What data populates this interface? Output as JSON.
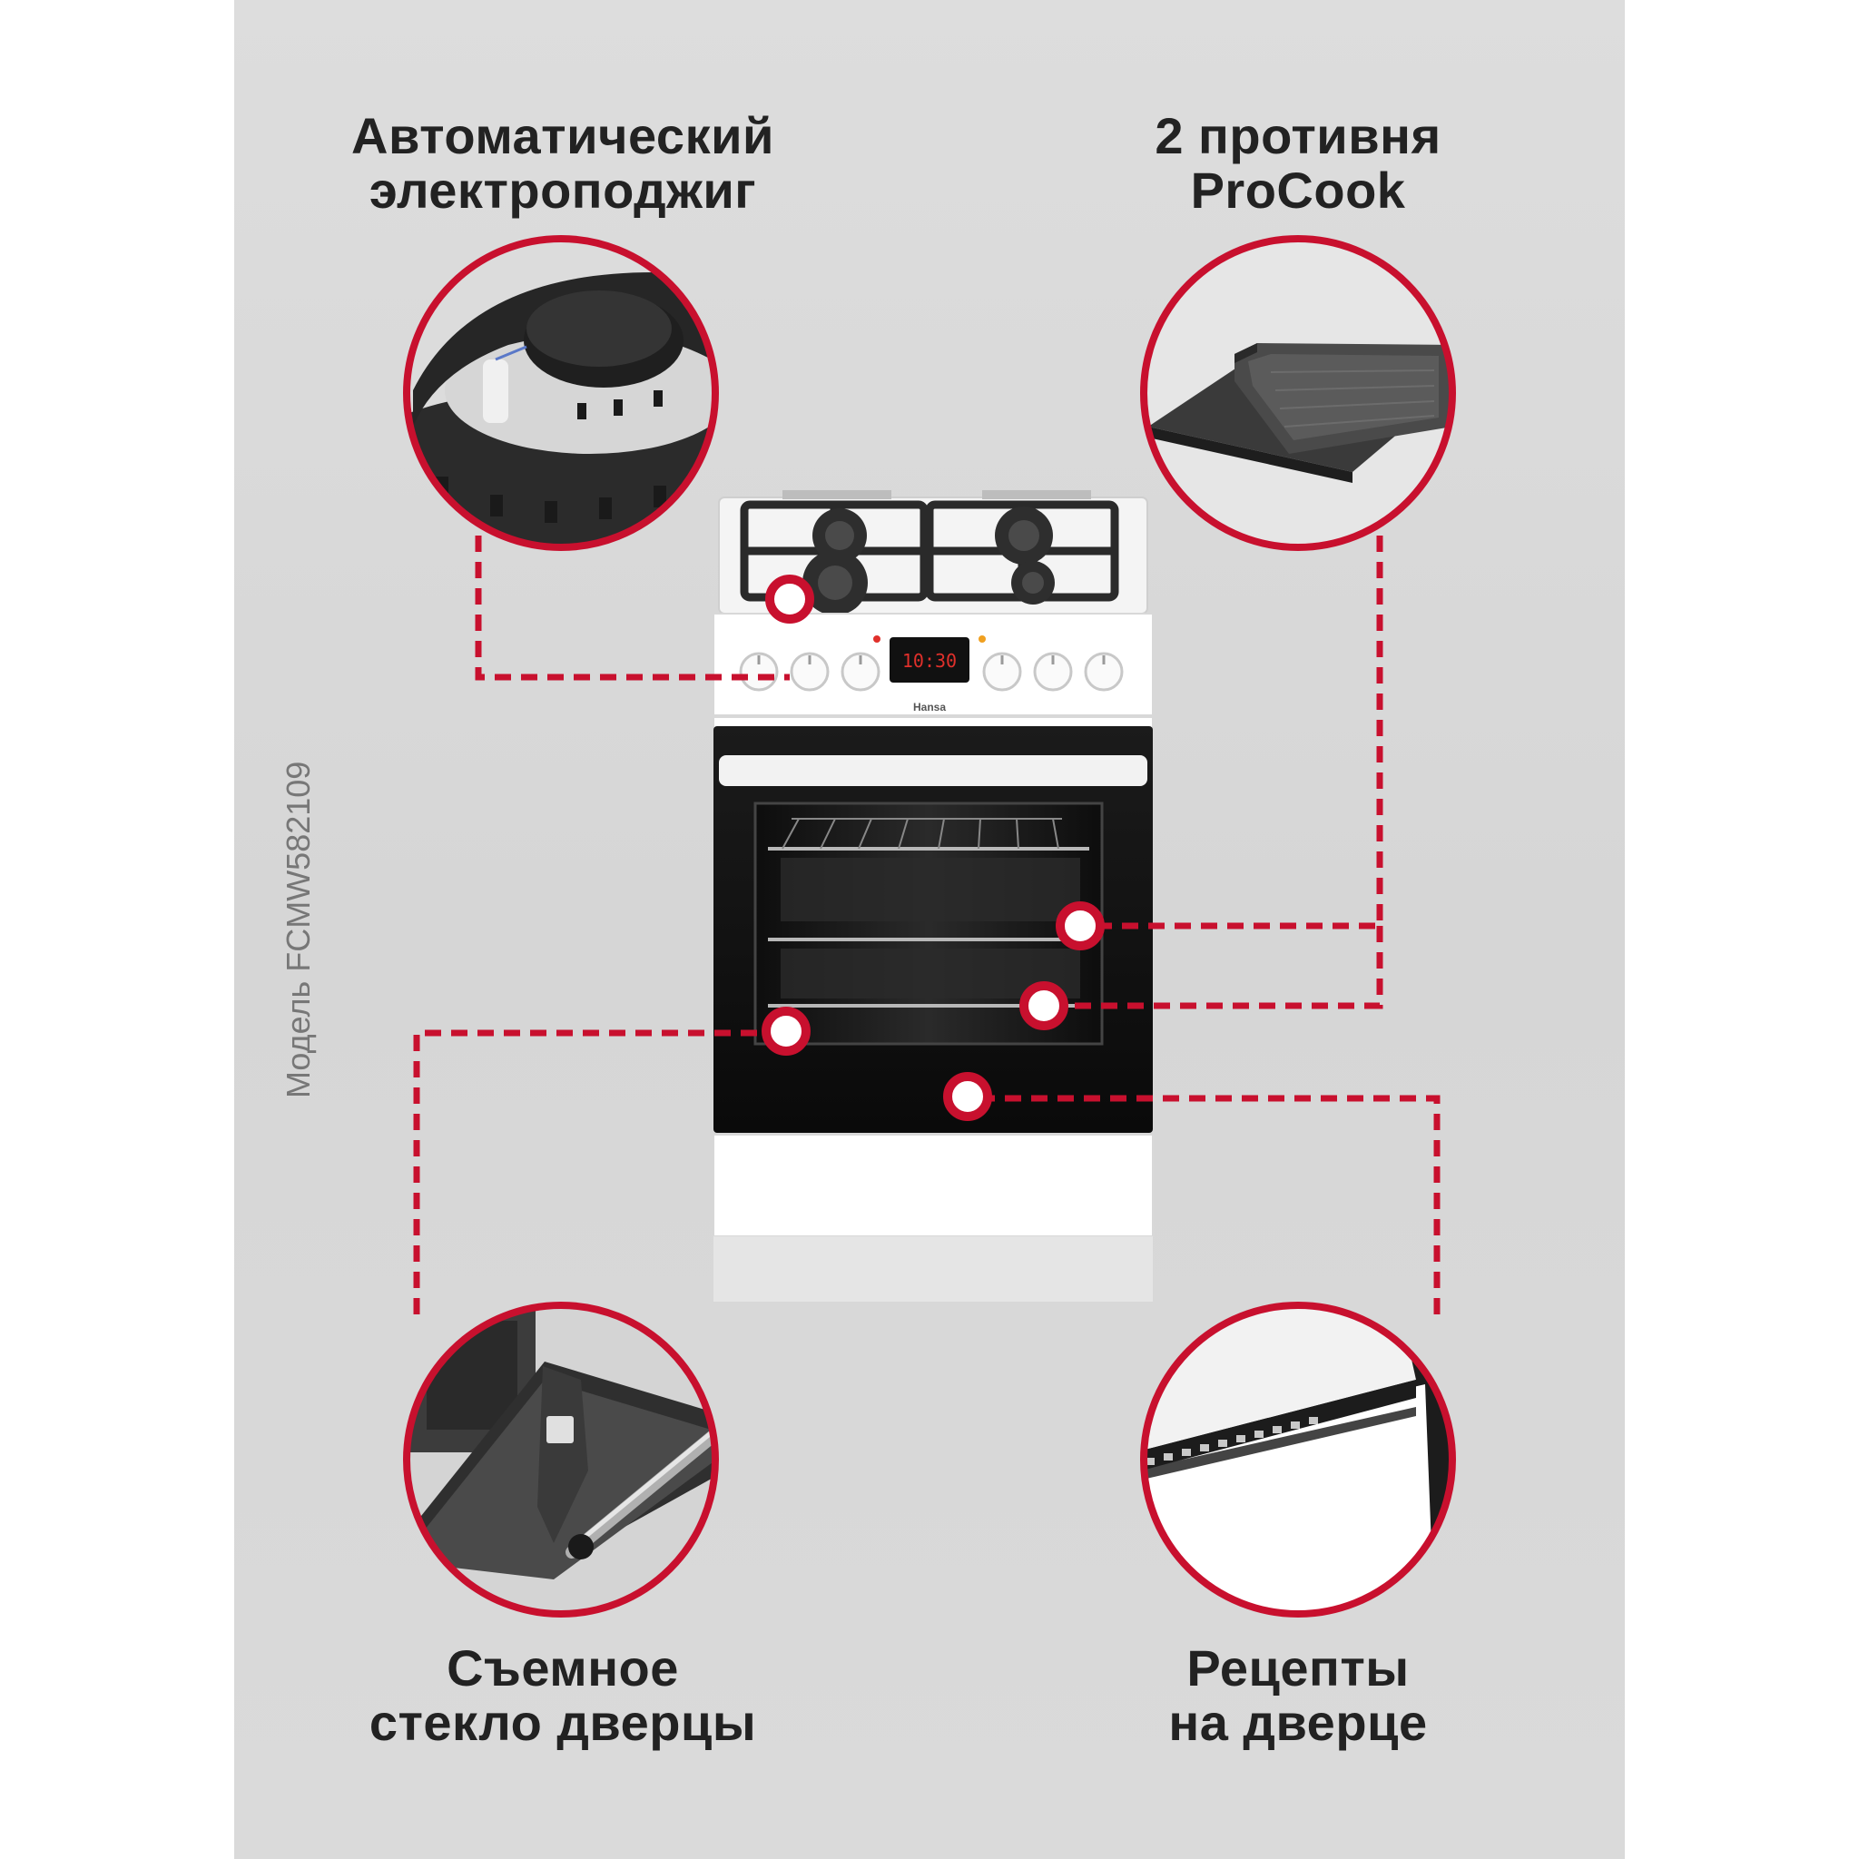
{
  "features": {
    "ignition": {
      "line1": "Автоматический",
      "line2": "электроподжиг"
    },
    "trays": {
      "line1": "2 противня",
      "line2": "ProCook"
    },
    "glass": {
      "line1": "Съемное",
      "line2": "стекло дверцы"
    },
    "recipes": {
      "line1": "Рецепты",
      "line2": "на дверце"
    }
  },
  "model_label": "Модель FCMW582109",
  "stove": {
    "brand": "Hansa",
    "display_time": "10:30"
  },
  "colors": {
    "accent": "#c8102e",
    "panel": "#d9d9d9",
    "stove_body": "#ffffff",
    "oven_glass": "#141414"
  }
}
